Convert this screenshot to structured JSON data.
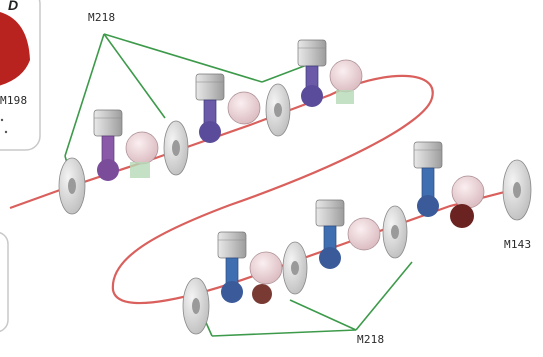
{
  "labels": {
    "inset_letter": "D",
    "mirror_top": "M218",
    "mirror_bottom": "M218",
    "mirror_right": "M143",
    "mirror_left": "M198"
  },
  "colors": {
    "crank_axis": "#d9605c",
    "beam_path": "#3d9a4a",
    "piston": "#c9c9c9",
    "mirror_disk": "#dcdcdc",
    "gear": "#f2d8dc",
    "conrod_purple": "#8a5aa8",
    "conrod_blue": "#3f6fb0",
    "inset_fill": "#b8231f"
  }
}
